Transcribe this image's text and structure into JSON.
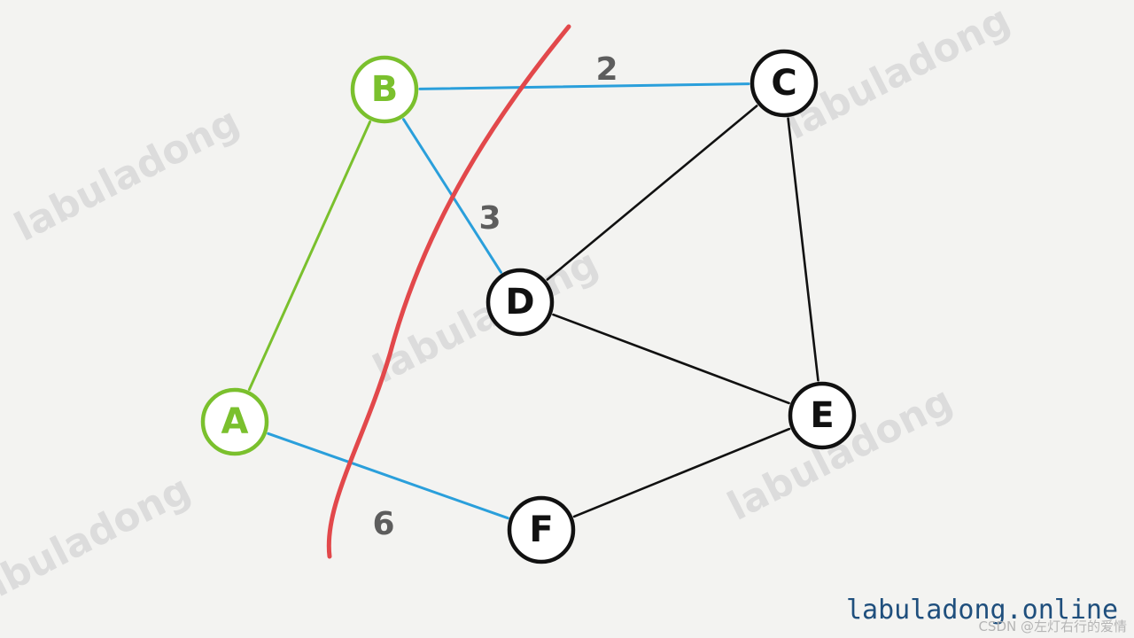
{
  "colors": {
    "background": "#f3f3f1",
    "visited": "#7ac02d",
    "crossing_edge": "#2a9fdb",
    "internal_edge": "#111111",
    "cut_line": "#e2484b",
    "weight_text": "#5d5d5d",
    "site_text": "#1f4f7d",
    "watermark": "#d9d9d9",
    "credit": "#b5b5b5"
  },
  "nodes": [
    {
      "id": "A",
      "label": "A",
      "status": "visited"
    },
    {
      "id": "B",
      "label": "B",
      "status": "visited"
    },
    {
      "id": "C",
      "label": "C",
      "status": "unvisited"
    },
    {
      "id": "D",
      "label": "D",
      "status": "unvisited"
    },
    {
      "id": "E",
      "label": "E",
      "status": "unvisited"
    },
    {
      "id": "F",
      "label": "F",
      "status": "unvisited"
    }
  ],
  "edges": [
    {
      "from": "A",
      "to": "B",
      "kind": "visited",
      "weight": ""
    },
    {
      "from": "B",
      "to": "C",
      "kind": "crossing",
      "weight": "2"
    },
    {
      "from": "B",
      "to": "D",
      "kind": "crossing",
      "weight": "3"
    },
    {
      "from": "A",
      "to": "F",
      "kind": "crossing",
      "weight": "6"
    },
    {
      "from": "C",
      "to": "D",
      "kind": "internal",
      "weight": ""
    },
    {
      "from": "C",
      "to": "E",
      "kind": "internal",
      "weight": ""
    },
    {
      "from": "D",
      "to": "E",
      "kind": "internal",
      "weight": ""
    },
    {
      "from": "F",
      "to": "E",
      "kind": "internal",
      "weight": ""
    }
  ],
  "watermark_text": "labuladong",
  "site_label": "labuladong.online",
  "credit_label": "CSDN @左灯右行的爱情"
}
